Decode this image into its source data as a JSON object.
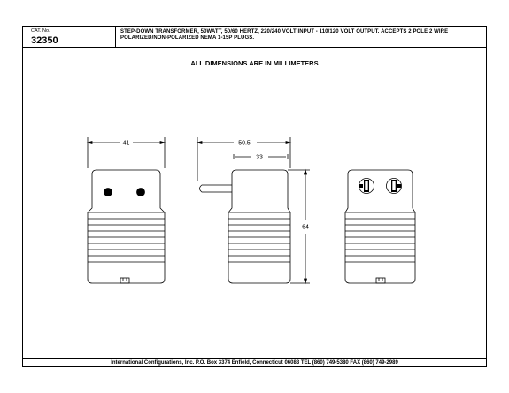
{
  "header": {
    "cat_label": "CAT. No.",
    "cat_number": "32350",
    "description": "STEP-DOWN TRANSFORMER, 50WATT, 50/60 HERTZ, 220/240 VOLT INPUT - 110/120 VOLT OUTPUT. ACCEPTS 2 POLE 2 WIRE POLARIZED/NON-POLARIZED NEMA 1-15P PLUGS."
  },
  "note": "ALL DIMENSIONS ARE IN MILLIMETERS",
  "dimensions": {
    "width": "41",
    "depth_overall": "50.5",
    "pin_offset": "33",
    "height": "64"
  },
  "footer": "International Configurations, Inc.  P.O. Box 3374  Enfield, Connecticut 06083 TEL (860) 749-5380  FAX (860) 749-2989"
}
